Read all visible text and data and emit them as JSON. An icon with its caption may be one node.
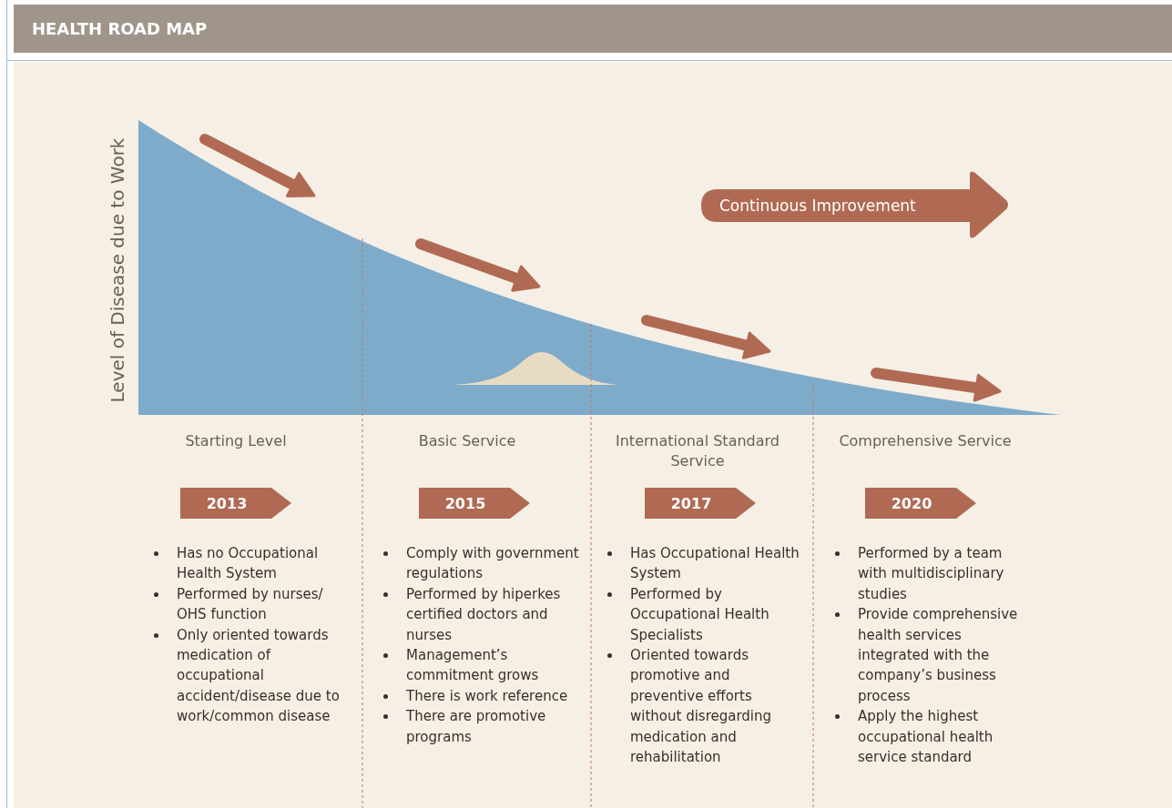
{
  "diagram": {
    "title": "HEALTH ROAD MAP",
    "nodes": [
      {
        "text": [
          "Continuous Improvement"
        ]
      },
      {
        "text": [
          "2013"
        ],
        "beside": [
          "Starting Level",
          "Has no Occupational Health System",
          "Performed by nurses/ OHS function",
          "Only oriented towards medication of occupational accident/disease due to work/common disease"
        ]
      },
      {
        "text": [
          "2015"
        ],
        "beside": [
          "Basic Service",
          "Comply with government regulations",
          "Performed by hiperkes certified doctors and nurses",
          "Management’s commitment grows",
          "There is work reference",
          "There are promotive programs"
        ]
      },
      {
        "text": [
          "2017"
        ],
        "beside": [
          "International Standard Service",
          "Has Occupational Health System",
          "Performed by Occupational Health Specialists",
          "Oriented towards promotive and preventive efforts without disregarding medication and rehabilitation"
        ]
      },
      {
        "text": [
          "2020"
        ],
        "beside": [
          "Comprehensive Service",
          "Performed by a team with multidisciplinary studies",
          "Provide comprehensive health services integrated with the company’s business process",
          "Apply the highest occupational health service standard"
        ]
      }
    ],
    "labels": [
      "Level of Disease due to Work"
    ]
  }
}
